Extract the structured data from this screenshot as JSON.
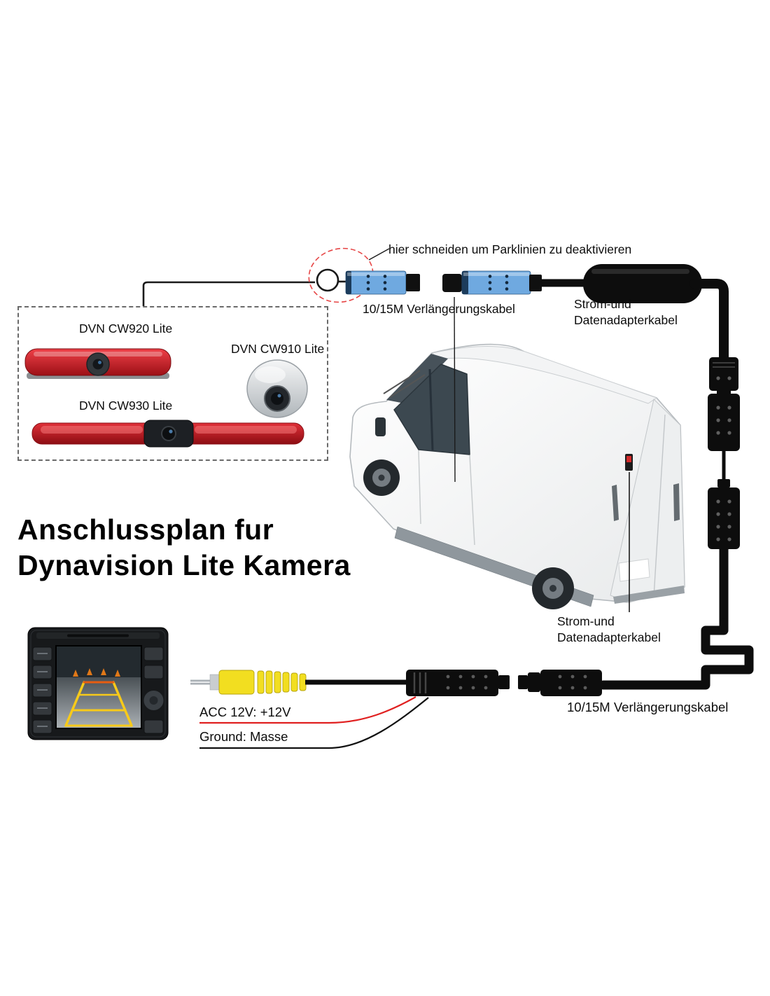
{
  "title": {
    "line1": "Anschlussplan fur",
    "line2": "Dynavision Lite Kamera"
  },
  "annotations": {
    "cut_note": "hier schneiden um Parklinien zu deaktivieren",
    "extension_cable_top": "10/15M Verlängerungskabel",
    "power_data_top_line1": "Strom-und",
    "power_data_top_line2": "Datenadapterkabel",
    "power_data_rear_line1": "Strom-und",
    "power_data_rear_line2": "Datenadapterkabel",
    "extension_cable_bottom": "10/15M Verlängerungskabel",
    "acc_wire": "ACC 12V: +12V",
    "ground_wire": "Ground: Masse"
  },
  "cameras": [
    {
      "label": "DVN CW920 Lite"
    },
    {
      "label": "DVN CW910 Lite"
    },
    {
      "label": "DVN CW930 Lite"
    }
  ],
  "colors": {
    "connector_blue": "#6fa9e0",
    "brake_light_red": "#c8141c",
    "rca_yellow": "#f2de20",
    "cut_marker_red": "#e64545",
    "cable_black": "#0d0d0d",
    "guide_line_yellow": "#f7ca1a"
  }
}
